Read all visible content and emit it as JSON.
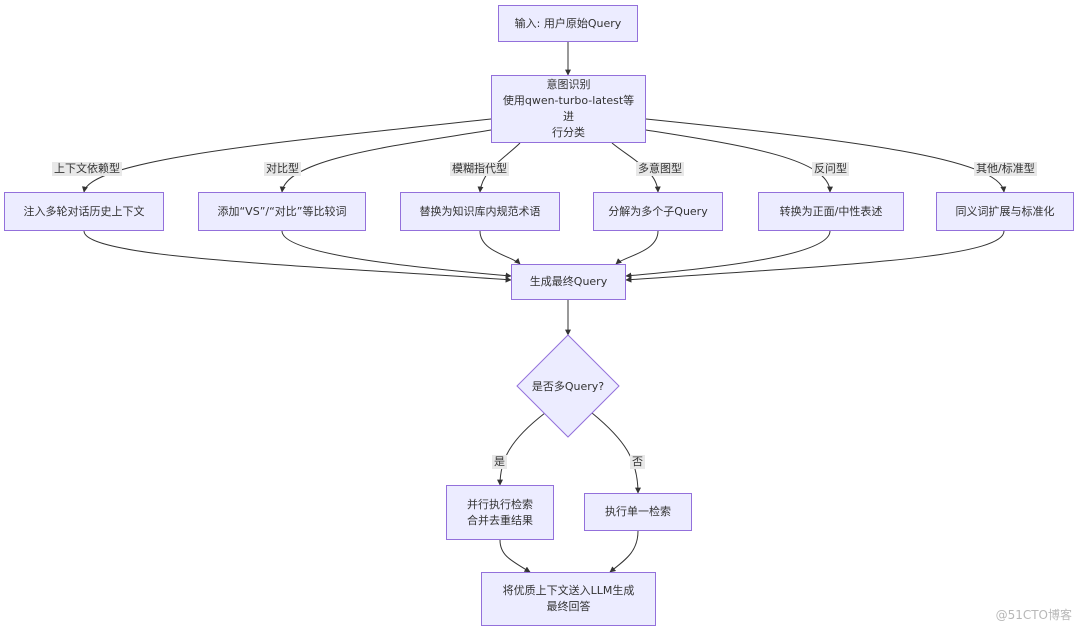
{
  "nodes": {
    "input": "输入: 用户原始Query",
    "intent_l1": "意图识别",
    "intent_l2": "使用qwen-turbo-latest等进",
    "intent_l3": "行分类",
    "inject": "注入多轮对话历史上下文",
    "compare": "添加“VS”/“对比”等比较词",
    "replace": "替换为知识库内规范术语",
    "decompose": "分解为多个子Query",
    "convert": "转换为正面/中性表述",
    "synonym": "同义词扩展与标准化",
    "generate": "生成最终Query",
    "decision": "是否多Query?",
    "parallel_l1": "并行执行检索",
    "parallel_l2": "合并去重结果",
    "single": "执行单一检索",
    "final_l1": "将优质上下文送入LLM生成",
    "final_l2": "最终回答"
  },
  "edge_labels": {
    "context": "上下文依赖型",
    "compare": "对比型",
    "vague": "模糊指代型",
    "multi": "多意图型",
    "rhetorical": "反问型",
    "other": "其他/标准型",
    "yes": "是",
    "no": "否"
  },
  "watermark": "@51CTO博客",
  "colors": {
    "node_fill": "#ececff",
    "node_border": "#9370db",
    "edge": "#333333",
    "label_bg": "#e8e8e8"
  }
}
